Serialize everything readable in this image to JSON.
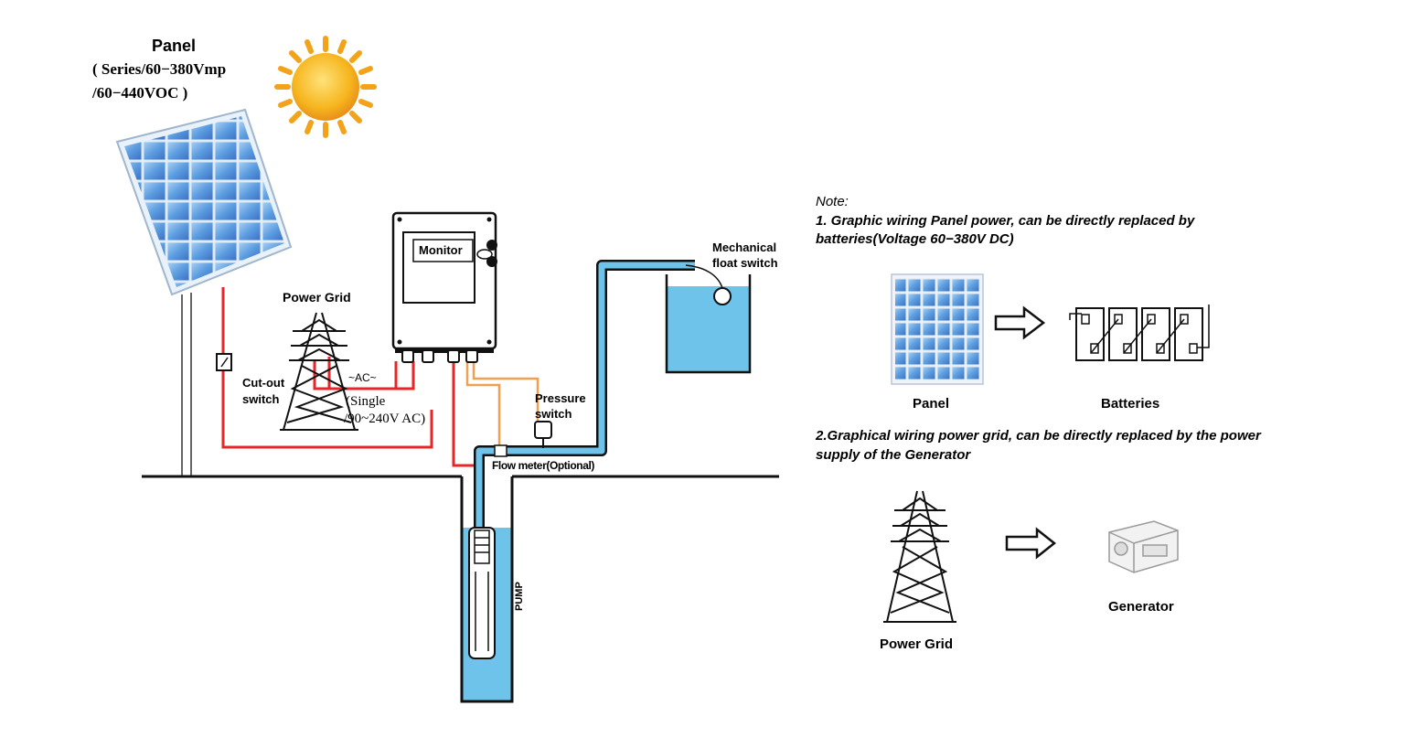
{
  "diagram": {
    "panel_title": "Panel",
    "panel_spec_line1": "( Series/60−380Vmp",
    "panel_spec_line2": "/60−440VOC )",
    "power_grid": "Power Grid",
    "monitor": "Monitor",
    "ac_label": "~AC~",
    "ac_spec_line1": "(Single",
    "ac_spec_line2": "/90~240V AC)",
    "cutout_line1": "Cut-out",
    "cutout_line2": "switch",
    "pressure_line1": "Pressure",
    "pressure_line2": "switch",
    "float_line1": "Mechanical",
    "float_line2": "float switch",
    "flow_meter": "Flow meter(Optional)",
    "pump": "PUMP"
  },
  "notes": {
    "title": "Note:",
    "note1_line1": "1.  Graphic wiring Panel power, can be directly replaced by",
    "note1_line2": "batteries(Voltage 60−380V DC)",
    "panel_caption": "Panel",
    "batteries_caption": "Batteries",
    "note2_line1": "2.Graphical wiring power grid, can be directly replaced by the power",
    "note2_line2": "supply of the Generator",
    "grid_caption": "Power Grid",
    "generator_caption": "Generator"
  },
  "colors": {
    "wire_red": "#e8262a",
    "wire_orange": "#f0a050",
    "water": "#6ec3ea",
    "pipe_outline": "#1a1a1a"
  }
}
